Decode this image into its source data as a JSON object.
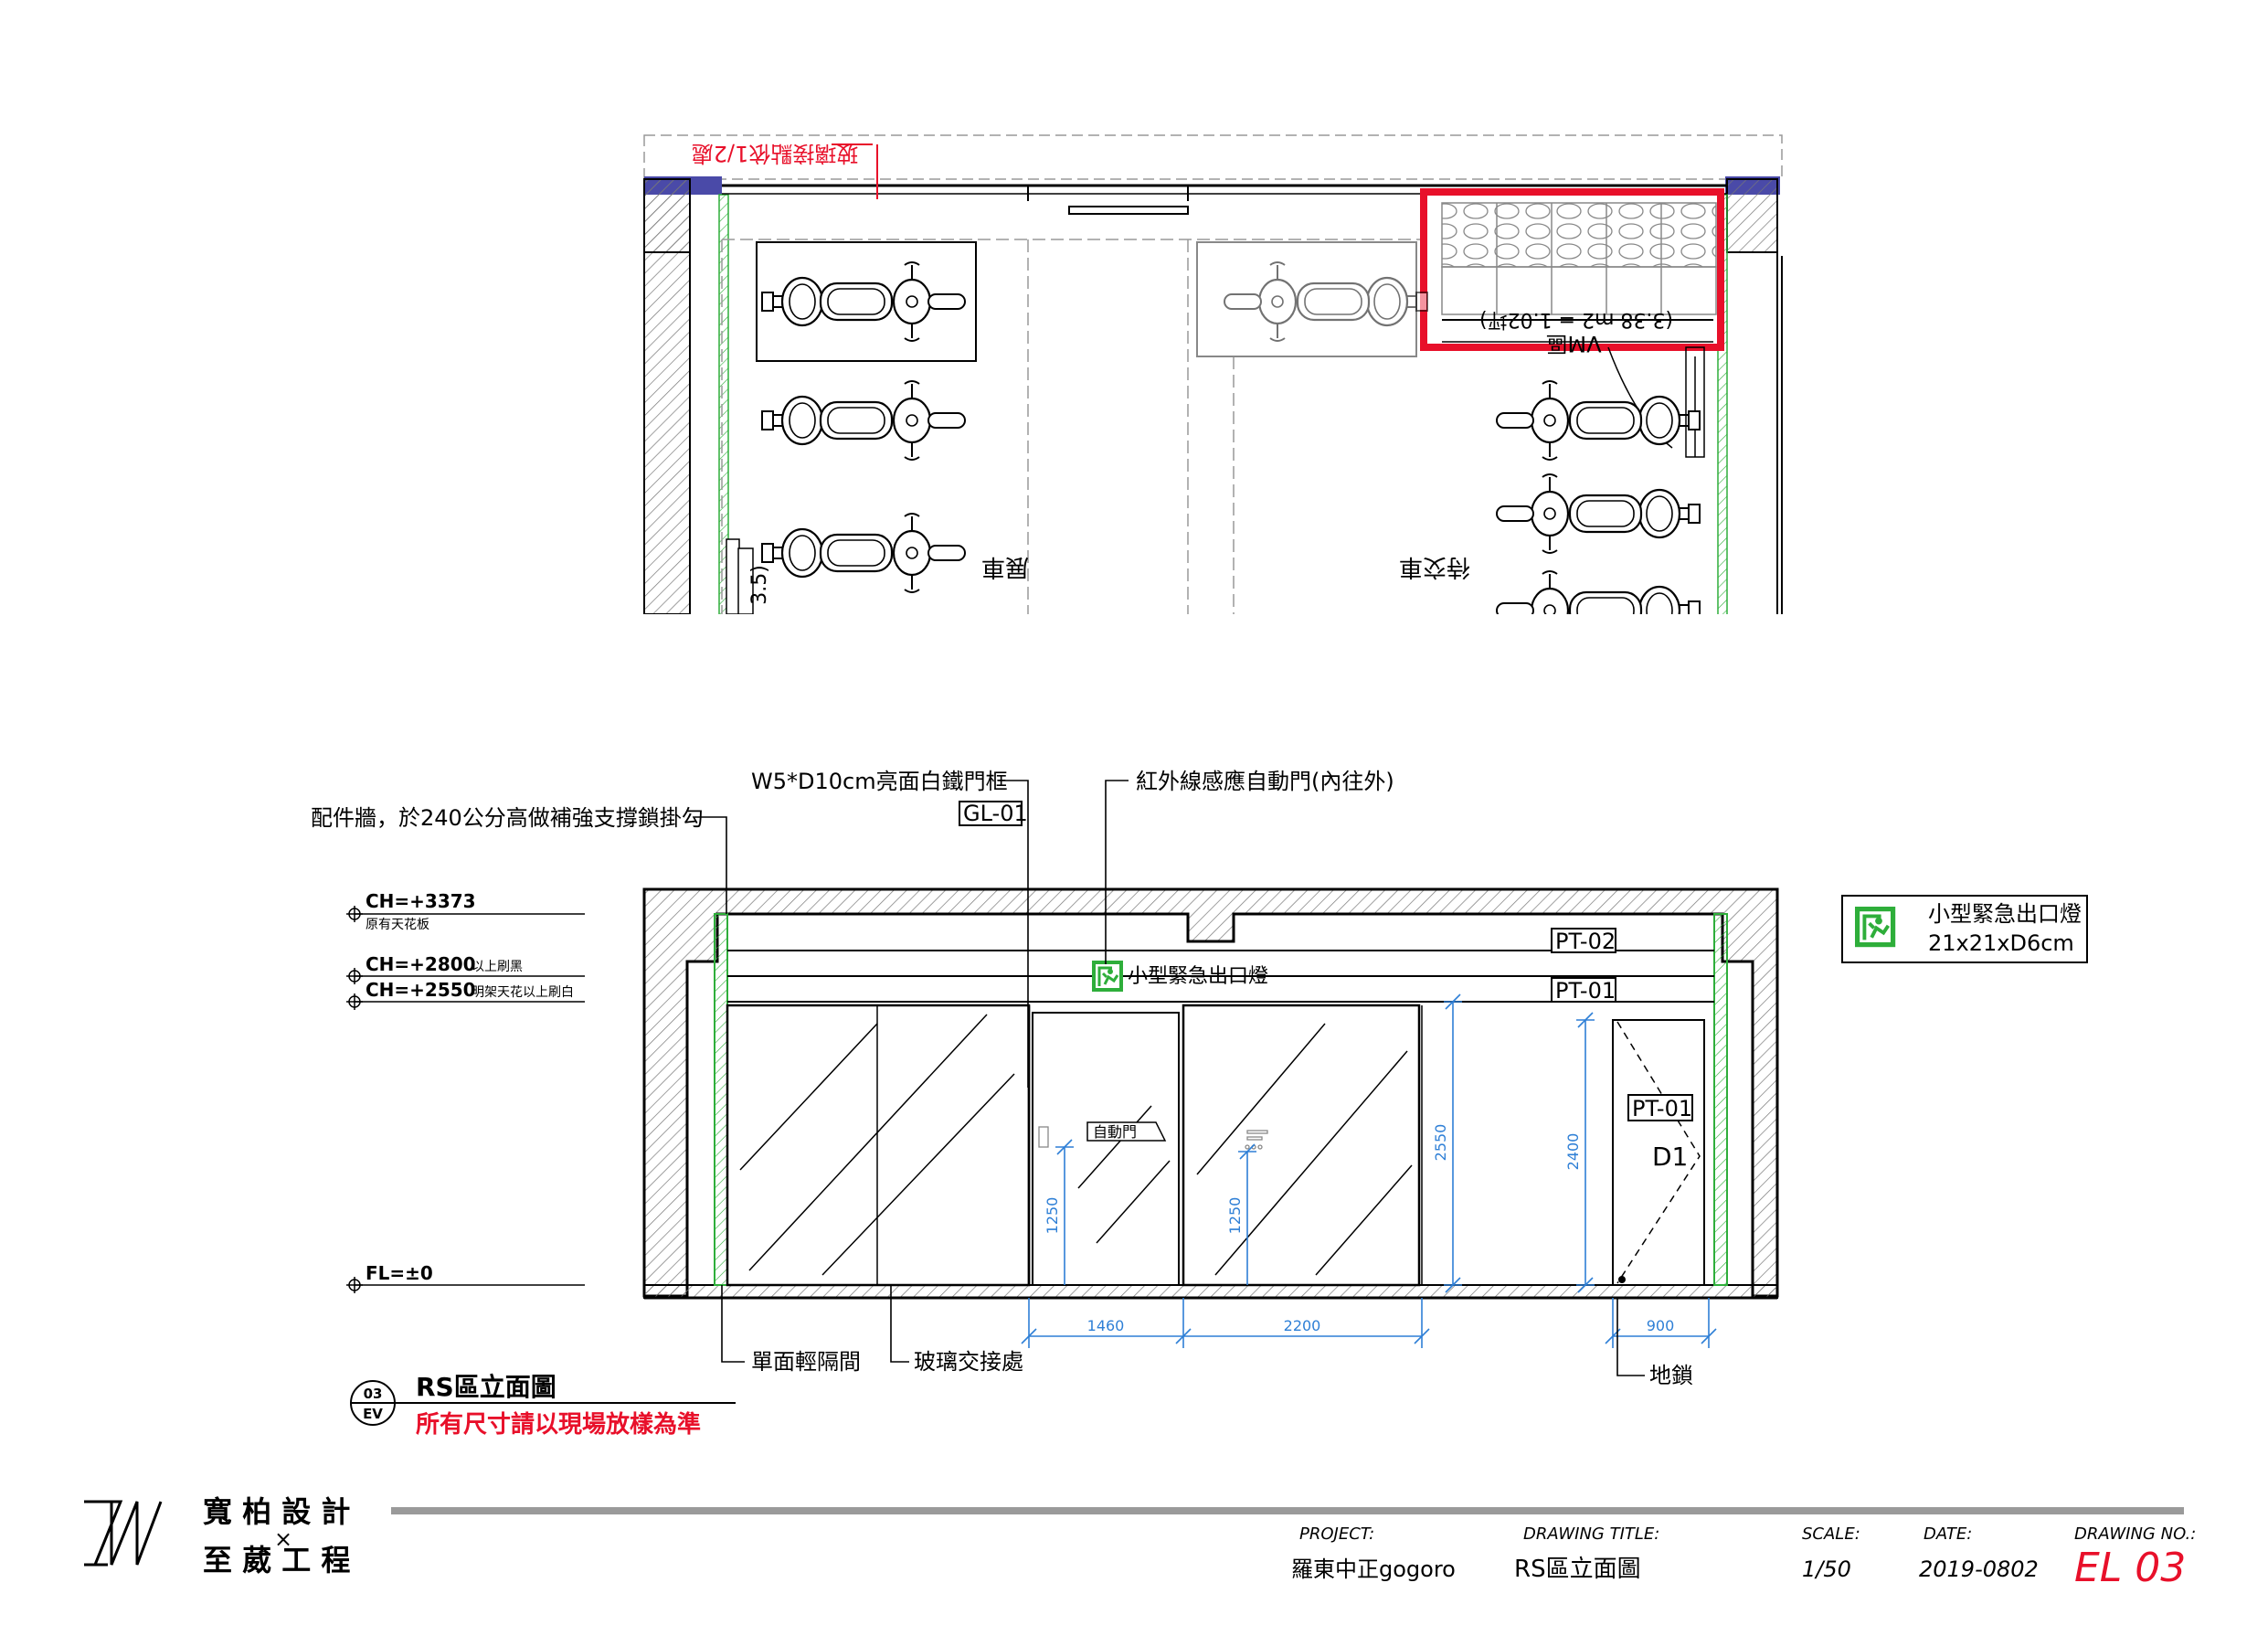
{
  "plan": {
    "top_note": "玻璃接點依1/2處",
    "vm_label": "VM區",
    "vm_area": "(3.38 m2 = 1.02坪)",
    "label_left": "展車",
    "label_right": "待交車",
    "dim_fragment": "3.5)"
  },
  "elevation": {
    "callout_frame": "W5*D10cm亮面白鐵門框",
    "callout_frame_tag": "GL-01",
    "callout_door": "紅外線感應自動門(內往外)",
    "callout_wall": "配件牆，於240公分高做補強支撐鎖掛勾",
    "levels": [
      {
        "main": "CH=+3373",
        "sub": "原有天花板"
      },
      {
        "main": "CH=+2800",
        "sub": "以上刷黑"
      },
      {
        "main": "CH=+2550",
        "sub": "明架天花以上刷白"
      },
      {
        "main": "FL=±0",
        "sub": ""
      }
    ],
    "tags": {
      "pt02": "PT-02",
      "pt01_top": "PT-01",
      "pt01_door": "PT-01",
      "d1": "D1"
    },
    "exit_sign_small": "小型緊急出口燈",
    "auto_door_label": "自動門",
    "legend_exit": {
      "title": "小型緊急出口燈",
      "size": "21x21xD6cm"
    },
    "dims": {
      "h_2550": "2550",
      "h_2400": "2400",
      "h_1250a": "1250",
      "h_1250b": "1250",
      "w_1460": "1460",
      "w_2200": "2200",
      "w_900": "900"
    },
    "callout_partition": "單面輕隔間",
    "callout_glass_joint": "玻璃交接處",
    "callout_floor_lock": "地鎖",
    "title_number": "03",
    "title_code": "EV",
    "title": "RS區立面圖",
    "warning": "所有尺寸請以現場放樣為準"
  },
  "titleblock": {
    "company_line1": "寬 柏 設 計",
    "company_x": "×",
    "company_line2": "至 葳 工 程",
    "project_label": "PROJECT:",
    "project_value": "羅東中正gogoro",
    "drawing_title_label": "DRAWING TITLE:",
    "drawing_title_value": "RS區立面圖",
    "scale_label": "SCALE:",
    "scale_value": "1/50",
    "date_label": "DATE:",
    "date_value": "2019-0802",
    "drawing_no_label": "DRAWING NO.:",
    "drawing_no_value": "EL 03"
  },
  "colors": {
    "red": "#e8102a",
    "green": "#2eae3a",
    "blue": "#2e7fd6",
    "purple": "#4a4aa8",
    "gray": "#9a9a9a"
  }
}
